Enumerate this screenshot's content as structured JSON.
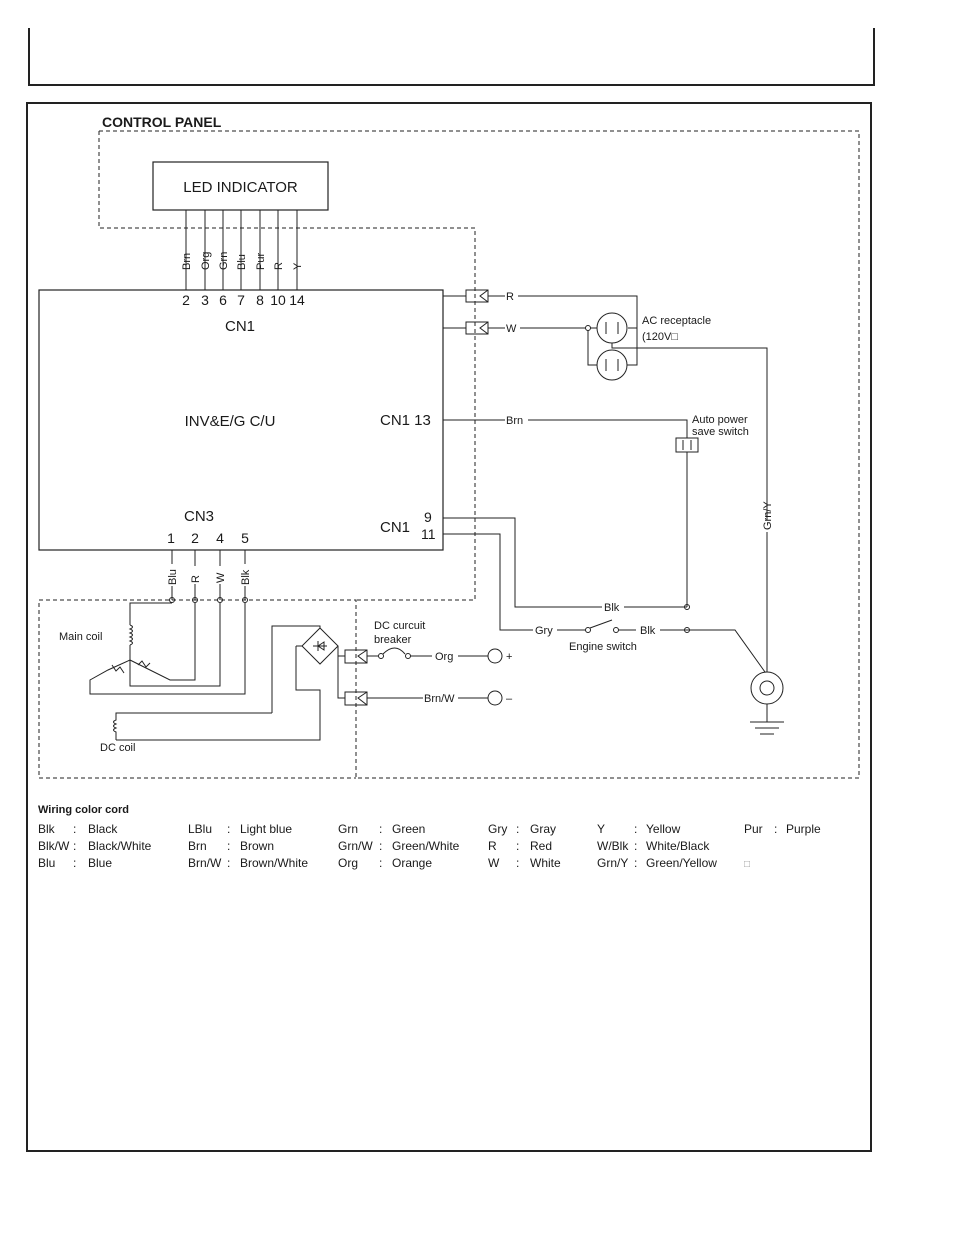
{
  "diagram": {
    "control_panel": "CONTROL PANEL",
    "led_indicator": "LED INDICATOR",
    "led_wires": [
      "Brn",
      "Org",
      "Grn",
      "Blu",
      "Pur",
      "R",
      "Y"
    ],
    "cn1_pins": [
      "2",
      "3",
      "6",
      "7",
      "8",
      "10",
      "14"
    ],
    "cn1": "CN1",
    "cn3": "CN3",
    "control_unit": "INV&E/G C/U",
    "cn1_13": "CN1 13",
    "cn1_9": "9",
    "cn1_11": "11",
    "cn1_label_b": "CN1",
    "cn3_pins": [
      "1",
      "2",
      "4",
      "5"
    ],
    "cn3_wires": [
      "Blu",
      "R",
      "W",
      "Blk"
    ],
    "wire_r": "R",
    "wire_w": "W",
    "wire_brn": "Brn",
    "wire_blk": "Blk",
    "wire_blk2": "Blk",
    "wire_gry": "Gry",
    "wire_grny": "Grn/Y",
    "wire_org": "Org",
    "wire_brnw": "Brn/W",
    "ac_receptacle_1": "AC receptacle",
    "ac_receptacle_2": "(120V□",
    "auto_power_1": "Auto power",
    "auto_power_2": "save switch",
    "engine_switch": "Engine switch",
    "dc_breaker_1": "DC curcuit",
    "dc_breaker_2": "breaker",
    "plus": "+",
    "minus": "–",
    "main_coil": "Main coil",
    "dc_coil": "DC coil"
  },
  "legend": {
    "title": "Wiring color cord",
    "entries": [
      {
        "code": "Blk",
        "name": "Black"
      },
      {
        "code": "Blk/W",
        "name": "Black/White"
      },
      {
        "code": "Blu",
        "name": "Blue"
      },
      {
        "code": "LBlu",
        "name": "Light blue"
      },
      {
        "code": "Brn",
        "name": "Brown"
      },
      {
        "code": "Brn/W",
        "name": "Brown/White"
      },
      {
        "code": "Grn",
        "name": "Green"
      },
      {
        "code": "Grn/W",
        "name": "Green/White"
      },
      {
        "code": "Org",
        "name": "Orange"
      },
      {
        "code": "Gry",
        "name": "Gray"
      },
      {
        "code": "R",
        "name": "Red"
      },
      {
        "code": "W",
        "name": "White"
      },
      {
        "code": "Y",
        "name": "Yellow"
      },
      {
        "code": "W/Blk",
        "name": "White/Black"
      },
      {
        "code": "Grn/Y",
        "name": "Green/Yellow"
      },
      {
        "code": "Pur",
        "name": "Purple"
      }
    ],
    "separator": ":",
    "trailing_mark": "□"
  }
}
